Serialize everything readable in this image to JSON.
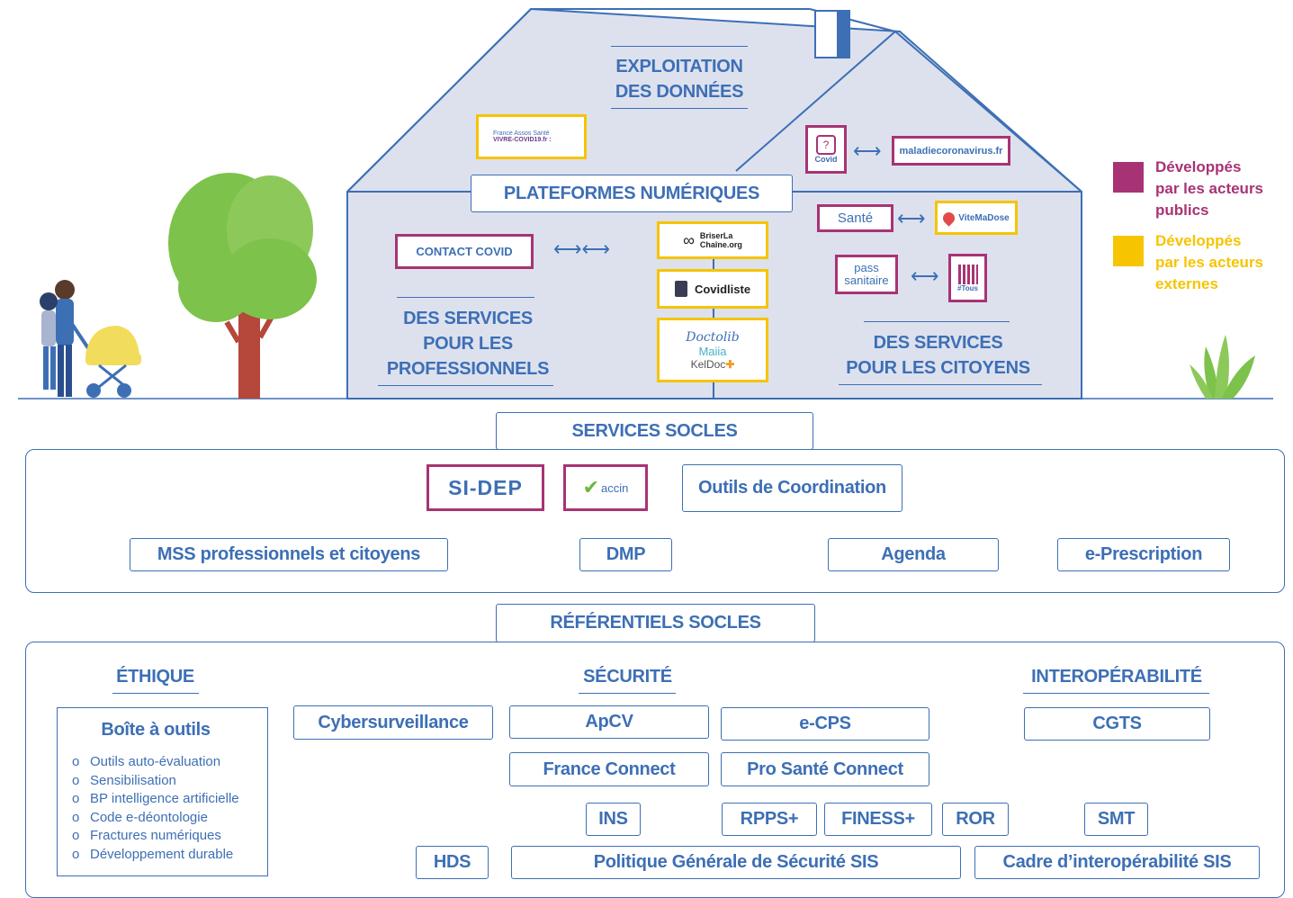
{
  "colors": {
    "blue": "#3d6fb5",
    "house_fill": "#dde1ee",
    "public": "#a83374",
    "external": "#f6c400",
    "tree": "#7dc24a",
    "trunk": "#b5473b"
  },
  "house": {
    "exploitation": [
      "EXPLOITATION",
      "DES DONNÉES"
    ],
    "plateformes": "PLATEFORMES NUMÉRIQUES",
    "pros": [
      "DES SERVICES",
      "POUR LES",
      "PROFESSIONNELS"
    ],
    "citoyens": [
      "DES SERVICES",
      "POUR LES CITOYENS"
    ],
    "logos": {
      "vivre_covid": {
        "brand": "France Assos Santé",
        "name": "VIVRE-COVID19.fr :"
      },
      "contact_covid": "CONTACT COVID",
      "briser": [
        "BriserLa",
        "Chaîne.org"
      ],
      "covidliste": "Covidliste",
      "doctolib": "Doctolib",
      "maiia": "Maiia",
      "keldoc": "KelDoc",
      "mesconseils": "Covid",
      "maladie": "maladiecoronavirus.fr",
      "sante": "Santé",
      "vitemadose": "ViteMaDose",
      "pass": [
        "pass",
        "sanitaire"
      ],
      "tousanticovid": "#Tous"
    }
  },
  "legend": {
    "public": [
      "Développés",
      "par les acteurs",
      "publics"
    ],
    "external": [
      "Développés",
      "par les acteurs",
      "externes"
    ]
  },
  "services_socles": {
    "title": "SERVICES SOCLES",
    "sidep": "SI-DEP",
    "vaccin": "accin",
    "coordination": "Outils de Coordination",
    "mss": "MSS professionnels et citoyens",
    "dmp": "DMP",
    "agenda": "Agenda",
    "eprescription": "e-Prescription"
  },
  "referentiels": {
    "title": "RÉFÉRENTIELS SOCLES",
    "ethique": "ÉTHIQUE",
    "securite": "SÉCURITÉ",
    "interop": "INTEROPÉRABILITÉ",
    "boite_title": "Boîte à outils",
    "boite_bullet": "o",
    "boite_items": [
      "Outils auto-évaluation",
      "Sensibilisation",
      "BP intelligence artificielle",
      "Code e-déontologie",
      "Fractures numériques",
      "Développement durable"
    ],
    "cyber": "Cybersurveillance",
    "apcv": "ApCV",
    "ecps": "e-CPS",
    "cgts": "CGTS",
    "franceconnect": "France Connect",
    "prosante": "Pro Santé Connect",
    "ins": "INS",
    "rpps": "RPPS+",
    "finess": "FINESS+",
    "ror": "ROR",
    "smt": "SMT",
    "hds": "HDS",
    "pgssi": "Politique Générale de Sécurité SIS",
    "cadre": "Cadre d’interopérabilité SIS"
  }
}
